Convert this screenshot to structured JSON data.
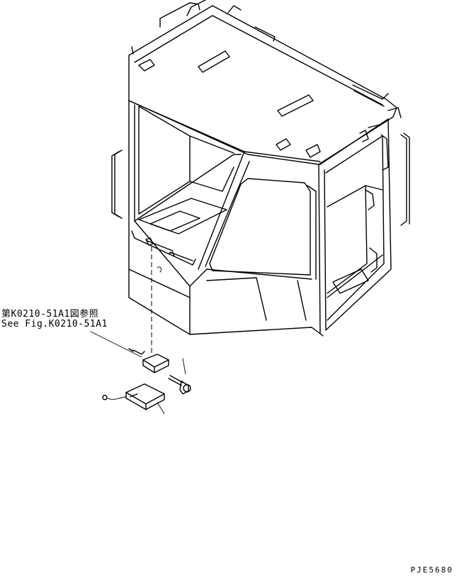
{
  "diagram": {
    "reference_jp": "第K0210-51A1図参照",
    "reference_en": "See Fig.K0210-51A1",
    "figure_code": "PJE5680"
  }
}
